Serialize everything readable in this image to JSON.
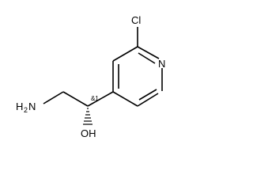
{
  "structure": {
    "atoms": {
      "chlorine": "Cl",
      "ring_nitrogen": "N",
      "hydroxyl": "OH",
      "amine": "H",
      "amine_n": "N",
      "amine_subscript": "2"
    },
    "stereo_label": "&1"
  }
}
